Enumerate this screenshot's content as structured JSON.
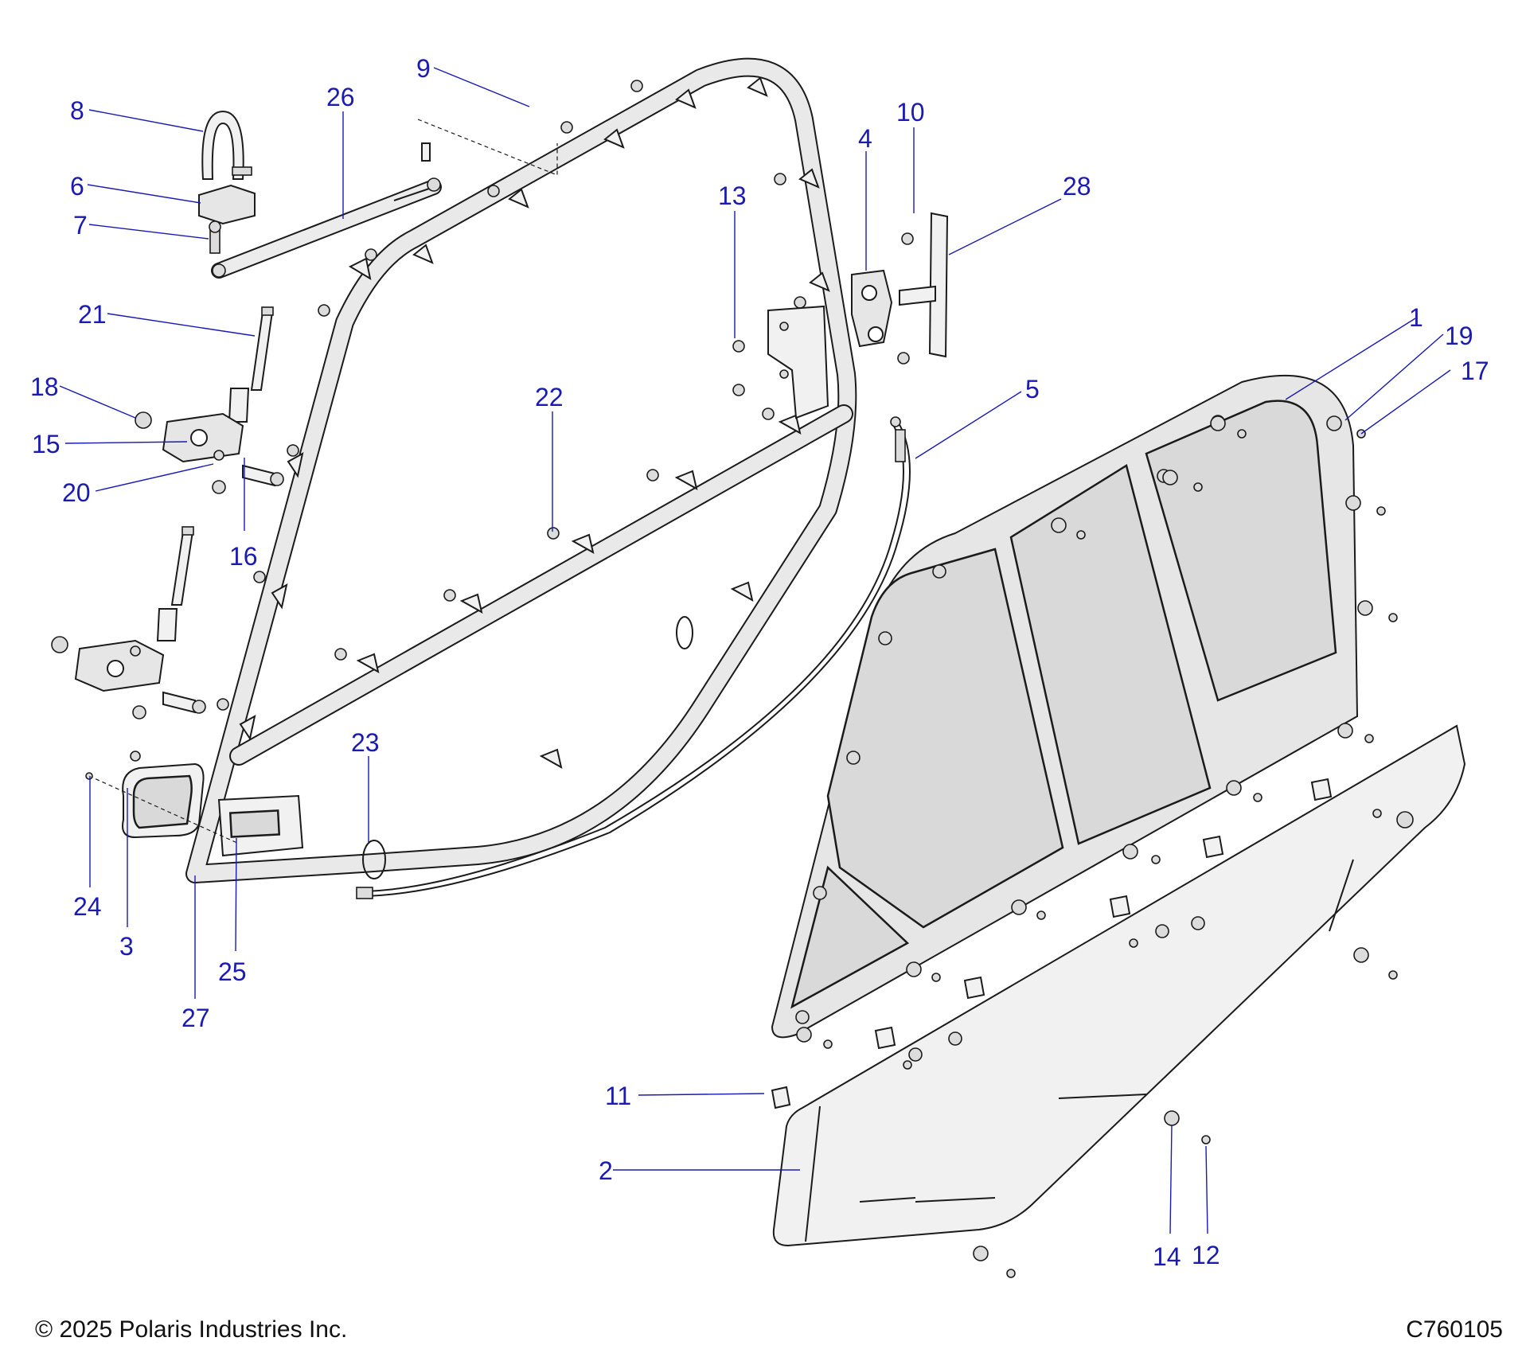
{
  "callouts": [
    {
      "id": "1",
      "label": "1"
    },
    {
      "id": "2",
      "label": "2"
    },
    {
      "id": "3",
      "label": "3"
    },
    {
      "id": "4",
      "label": "4"
    },
    {
      "id": "5",
      "label": "5"
    },
    {
      "id": "6",
      "label": "6"
    },
    {
      "id": "7",
      "label": "7"
    },
    {
      "id": "8",
      "label": "8"
    },
    {
      "id": "9",
      "label": "9"
    },
    {
      "id": "10",
      "label": "10"
    },
    {
      "id": "11",
      "label": "11"
    },
    {
      "id": "12",
      "label": "12"
    },
    {
      "id": "13",
      "label": "13"
    },
    {
      "id": "14",
      "label": "14"
    },
    {
      "id": "15",
      "label": "15"
    },
    {
      "id": "16",
      "label": "16"
    },
    {
      "id": "17",
      "label": "17"
    },
    {
      "id": "18",
      "label": "18"
    },
    {
      "id": "19",
      "label": "19"
    },
    {
      "id": "20",
      "label": "20"
    },
    {
      "id": "21",
      "label": "21"
    },
    {
      "id": "22",
      "label": "22"
    },
    {
      "id": "23",
      "label": "23"
    },
    {
      "id": "24",
      "label": "24"
    },
    {
      "id": "25",
      "label": "25"
    },
    {
      "id": "26",
      "label": "26"
    },
    {
      "id": "27",
      "label": "27"
    },
    {
      "id": "28",
      "label": "28"
    }
  ],
  "footer": {
    "copyright": "© 2025 Polaris Industries Inc.",
    "diagram_code": "C760105"
  },
  "colors": {
    "callout": "#1a1ab4",
    "line_art": "#1b1b1b",
    "part_fill": "#e6e6e6",
    "glass_fill": "#d9d9d9"
  }
}
